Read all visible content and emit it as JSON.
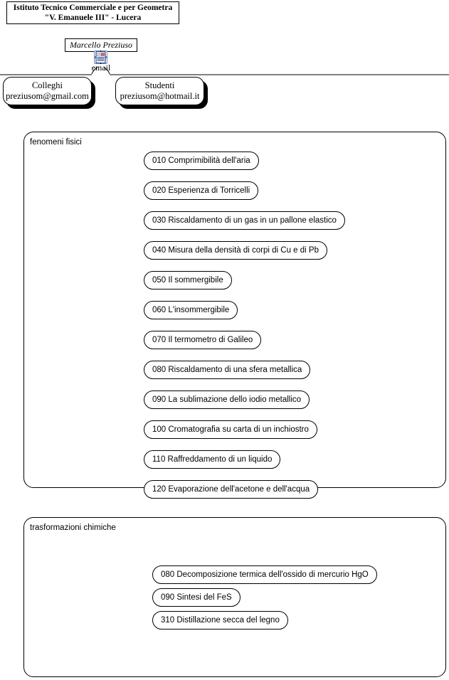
{
  "header": {
    "line1": "Istituto Tecnico Commerciale e per Geometra",
    "line2": "\"V. Emanuele III\" - Lucera"
  },
  "person": {
    "name": "Marcello Preziuso",
    "icon": "document-email-icon",
    "link_label": "email"
  },
  "contacts": [
    {
      "title": "Colleghi",
      "address": "preziusom@gmail.com"
    },
    {
      "title": "Studenti",
      "address": "preziusom@hotmail.it"
    }
  ],
  "groups": [
    {
      "label": "fenomeni fisici",
      "items": [
        "010 Comprimibilità dell'aria",
        "020 Esperienza di Torricelli",
        "030 Riscaldamento di un gas in un pallone elastico",
        "040 Misura della densità di corpi di Cu e di Pb",
        "050 Il sommergibile",
        "060 L'insommergibile",
        "070 Il termometro di Galileo",
        "080 Riscaldamento di una sfera metallica",
        "090 La sublimazione dello iodio metallico",
        "100 Cromatografia su carta di un inchiostro",
        "110 Raffreddamento di un liquido",
        "120 Evaporazione dell'acetone e dell'acqua"
      ]
    },
    {
      "label": "trasformazioni chimiche",
      "items": [
        "080 Decomposizione termica dell'ossido di mercurio HgO",
        "090 Sintesi del FeS",
        "310 Distillazione secca del legno"
      ]
    }
  ],
  "colors": {
    "stroke": "#000000",
    "background": "#ffffff",
    "icon_border": "#3a5fa8",
    "icon_page": "#ffffff"
  }
}
